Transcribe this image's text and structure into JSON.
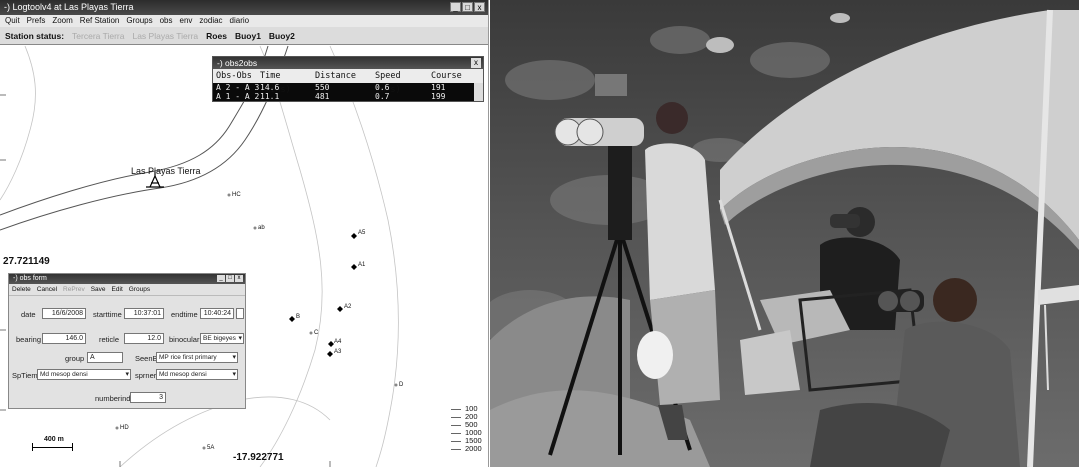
{
  "window": {
    "title": "-) Logtoolv4 at Las Playas Tierra",
    "controls": [
      "_",
      "□",
      "x"
    ]
  },
  "menu": [
    "Quit",
    "Prefs",
    "Zoom",
    "Ref Station",
    "Groups",
    "obs",
    "env",
    "zodiac",
    "diario"
  ],
  "status": {
    "label": "Station status:",
    "disabled": [
      "Tercera Tierra",
      "Las Playas Tierra"
    ],
    "enabled": [
      "Roes",
      "Buoy1",
      "Buoy2"
    ]
  },
  "map": {
    "station_label": "Las Playas Tierra",
    "lat_label": "27.721149",
    "lon_label": "-17.922771",
    "scale_label": "400 m",
    "points": [
      "A5",
      "A1",
      "A2",
      "A3",
      "A4",
      "B",
      "C",
      "ab",
      "HC",
      "D",
      "HD",
      "5A"
    ],
    "legend": [
      "100",
      "200",
      "500",
      "1000",
      "1500",
      "2000"
    ]
  },
  "obs2obs": {
    "title": "-) obs2obs",
    "close": "x",
    "columns": [
      "Obs-Obs",
      "Time (mins)",
      "Distance (m)",
      "Speed (m/s)",
      "Course"
    ],
    "rows": [
      [
        "A 2 - A 3",
        "14.6",
        "550",
        "0.6",
        "191"
      ],
      [
        "A 1 - A 2",
        "11.1",
        "481",
        "0.7",
        "199"
      ]
    ]
  },
  "obsform": {
    "title": "-) obs form",
    "menu": [
      "Delete",
      "Cancel",
      "RePrev",
      "Save",
      "Edit",
      "Groups"
    ],
    "date_label": "date",
    "date_value": "16/6/2008",
    "starttime_label": "starttime",
    "starttime_value": "10:37:01",
    "endtime_label": "endtime",
    "endtime_value": "10:40:24",
    "bearing_label": "bearing",
    "bearing_value": "146.0",
    "reticle_label": "reticle",
    "reticle_value": "12.0",
    "binocular_label": "binocular",
    "binocular_value": "BE bigeyes",
    "group_label": "group",
    "group_value": "A",
    "seenby_label": "SeenBy",
    "seenby_value": "MP rice first primary",
    "sptiems_label": "SpTiems",
    "sptiems_value": "Md mesop densi",
    "sprner_label": "sprner",
    "sprner_value": "Md mesop densi",
    "numberind_label": "numberind",
    "numberind_value": "3"
  }
}
